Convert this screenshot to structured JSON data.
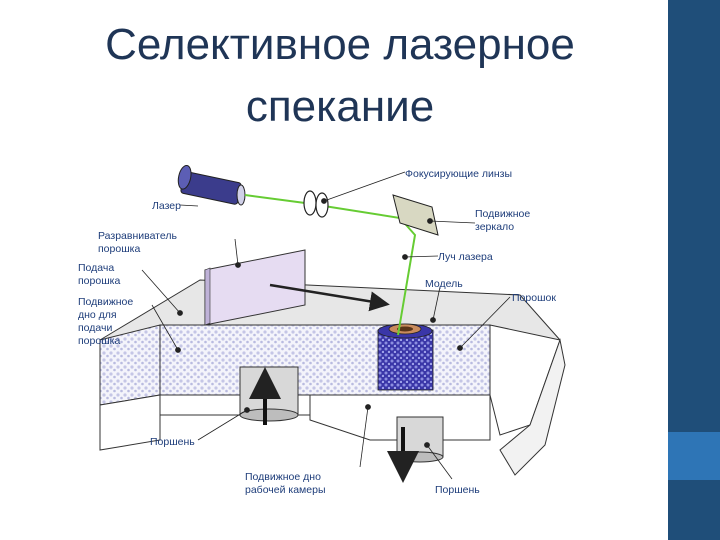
{
  "slide": {
    "title_line1": "Селективное лазерное",
    "title_line2": "спекание"
  },
  "diagram": {
    "labels": {
      "laser": "Лазер",
      "focusing_lenses": "Фокусирующие линзы",
      "moving_mirror_1": "Подвижное",
      "moving_mirror_2": "зеркало",
      "leveler_1": "Разравниватель",
      "leveler_2": "порошка",
      "feed_1": "Подача",
      "feed_2": "порошка",
      "feed_bottom_1": "Подвижное",
      "feed_bottom_2": "дно для",
      "feed_bottom_3": "подачи",
      "feed_bottom_4": "порошка",
      "laser_beam": "Луч лазера",
      "model": "Модель",
      "powder": "Порошок",
      "piston_left": "Поршень",
      "work_bottom_1": "Подвижное дно",
      "work_bottom_2": "рабочей камеры",
      "piston_right": "Поршень"
    },
    "colors": {
      "label": "#1e3d7a",
      "laser_body": "#3b3c8c",
      "beam": "#66cc33",
      "model": "#3a36a8",
      "leveler": "#e6dcf2",
      "sidebar": "#1f4e79",
      "sidebar_accent": "#2e75b6",
      "title": "#1f3556"
    }
  }
}
